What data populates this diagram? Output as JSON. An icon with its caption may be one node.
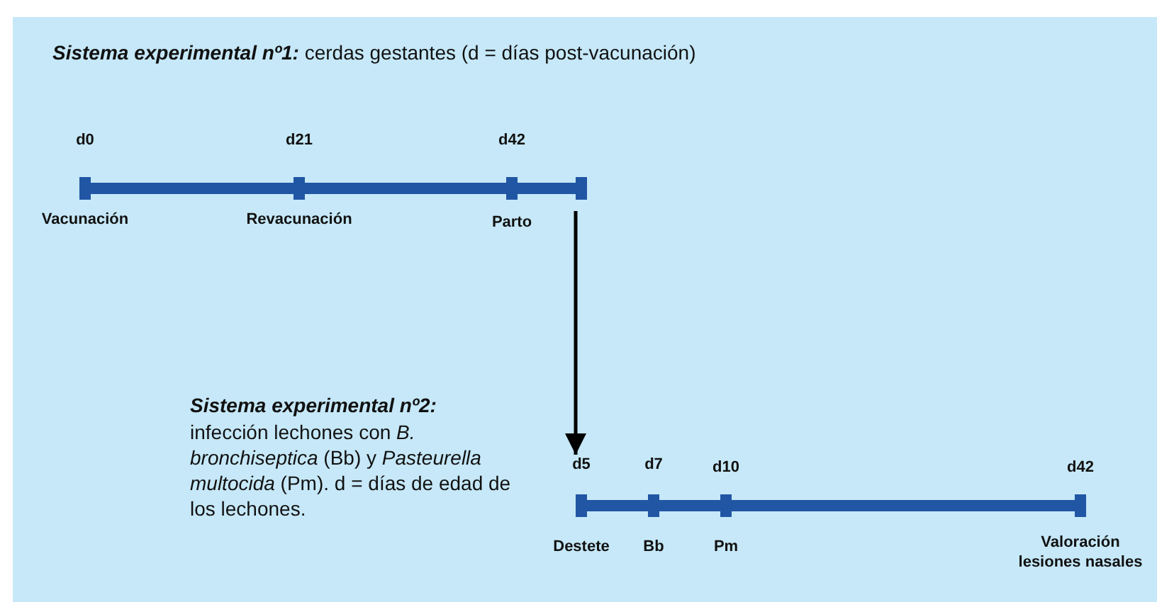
{
  "diagram": {
    "title": "**Sistema experimental nº1:** cerdas gestantes (d = días post-vacunación)",
    "nodes": [
      {
        "text": [],
        "shape": "bar"
      },
      {
        "text": [
          "d5"
        ]
      }
    ],
    "edges": [
      {
        "from": 0,
        "to": 1,
        "arrow": "to"
      }
    ],
    "labels": [
      "d0",
      "d21",
      "d42",
      "Vacunación",
      "Revacunación",
      "Parto",
      "Sistema experimental nº2:",
      "infección lechones con *B. bronchiseptica* (Bb) y *Pasteurella multocida* (Pm). d = días de edad de los lechones.",
      "d7",
      "d10",
      "d42",
      "Destete",
      "Bb",
      "Pm",
      "Valoración lesiones nasales"
    ]
  }
}
